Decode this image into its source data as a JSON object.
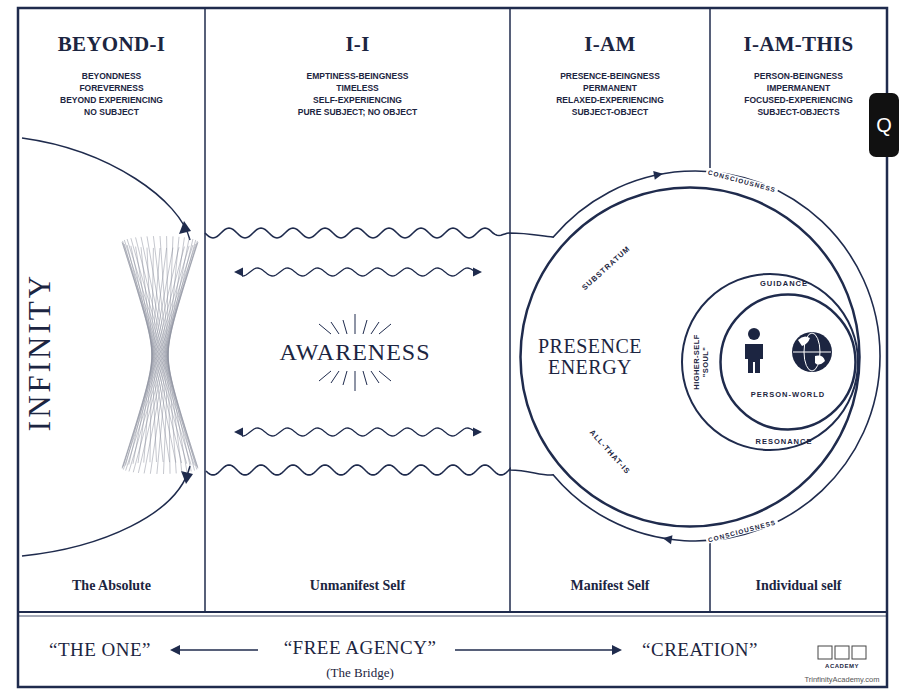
{
  "diagram": {
    "nodes": [
      {
        "text": [
          "BEYOND-I",
          "BEYONDNESS",
          "FOREVERNESS",
          "BEYOND EXPERIENCING",
          "NO SUBJECT",
          "The Absolute"
        ]
      },
      {
        "text": [
          "I-I",
          "EMPTINESS-BEINGNESS",
          "TIMELESS",
          "SELF-EXPERIENCING",
          "PURE SUBJECT; NO OBJECT",
          "Unmanifest Self"
        ]
      },
      {
        "text": [
          "I-AM",
          "PRESENCE-BEINGNESS",
          "PERMANENT",
          "RELAXED-EXPERIENCING",
          "SUBJECT-OBJECT",
          "Manifest Self"
        ]
      },
      {
        "text": [
          "I-AM-THIS",
          "PERSON-BEINGNESS",
          "IMPERMANENT",
          "FOCUSED-EXPERIENCING",
          "SUBJECT-OBJECTS",
          "Individual self"
        ]
      },
      {
        "text": [
          "SUBSTRATUM",
          "PRESENCE ENERGY",
          "ALL-THAT-IS"
        ]
      },
      {
        "text": [
          "GUIDANCE",
          "HIGHER-SELF \"SOUL\"",
          "RESONANCE"
        ],
        "in": 4
      },
      {
        "text": [
          "PERSON-WORLD"
        ],
        "in": 5
      }
    ],
    "labels": [
      "INFINITY",
      "AWARENESS",
      "CONSCIOUSNESS",
      "CONSCIOUSNESS",
      "“THE ONE”",
      "“FREE AGENCY”",
      "(The Bridge)",
      "“CREATION”",
      "ACADEMY",
      "TrinfinityAcademy.com",
      "Q"
    ]
  }
}
